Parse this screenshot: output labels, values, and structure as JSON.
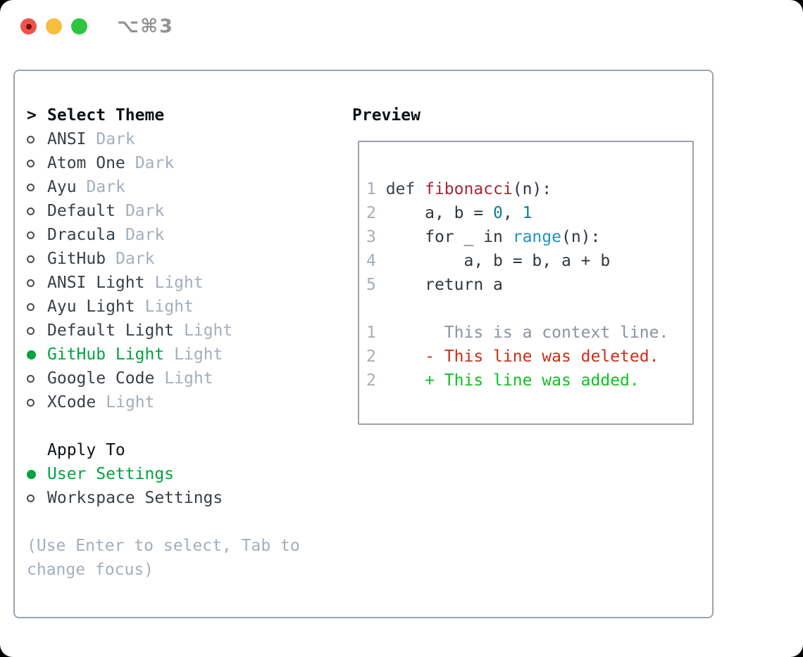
{
  "window": {
    "title": "⌥⌘3",
    "traffic_lights": [
      "close",
      "minimize",
      "zoom"
    ]
  },
  "panel": {
    "theme_list": {
      "prompt": ">",
      "header": "Select Theme",
      "items": [
        {
          "name": "ANSI",
          "tag": "Dark",
          "selected": false
        },
        {
          "name": "Atom One",
          "tag": "Dark",
          "selected": false
        },
        {
          "name": "Ayu",
          "tag": "Dark",
          "selected": false
        },
        {
          "name": "Default",
          "tag": "Dark",
          "selected": false
        },
        {
          "name": "Dracula",
          "tag": "Dark",
          "selected": false
        },
        {
          "name": "GitHub",
          "tag": "Dark",
          "selected": false
        },
        {
          "name": "ANSI Light",
          "tag": "Light",
          "selected": false
        },
        {
          "name": "Ayu Light",
          "tag": "Light",
          "selected": false
        },
        {
          "name": "Default Light",
          "tag": "Light",
          "selected": false
        },
        {
          "name": "GitHub Light",
          "tag": "Light",
          "selected": true
        },
        {
          "name": "Google Code",
          "tag": "Light",
          "selected": false
        },
        {
          "name": "XCode",
          "tag": "Light",
          "selected": false
        }
      ]
    },
    "apply_to": {
      "header": "Apply To",
      "options": [
        {
          "name": "User Settings",
          "selected": true
        },
        {
          "name": "Workspace Settings",
          "selected": false
        }
      ]
    },
    "hint": "(Use Enter to select, Tab to change focus)",
    "preview": {
      "header": "Preview",
      "lines": [
        [
          {
            "text": "1 ",
            "color": "linenum"
          },
          {
            "text": "def ",
            "color": "keyword"
          },
          {
            "text": "fibonacci",
            "color": "function"
          },
          {
            "text": "(n):",
            "color": "plain"
          }
        ],
        [
          {
            "text": "2 ",
            "color": "linenum"
          },
          {
            "text": "    a, b = ",
            "color": "plain"
          },
          {
            "text": "0",
            "color": "number"
          },
          {
            "text": ", ",
            "color": "plain"
          },
          {
            "text": "1",
            "color": "number"
          }
        ],
        [
          {
            "text": "3 ",
            "color": "linenum"
          },
          {
            "text": "    for _ in ",
            "color": "plain"
          },
          {
            "text": "range",
            "color": "builtin"
          },
          {
            "text": "(n):",
            "color": "plain"
          }
        ],
        [
          {
            "text": "4 ",
            "color": "linenum"
          },
          {
            "text": "        a, b = b, a + b",
            "color": "plain"
          }
        ],
        [
          {
            "text": "5 ",
            "color": "linenum"
          },
          {
            "text": "    return a",
            "color": "plain"
          }
        ],
        [],
        [
          {
            "text": "1 ",
            "color": "linenum"
          },
          {
            "text": "      This is a context line.",
            "color": "context"
          }
        ],
        [
          {
            "text": "2 ",
            "color": "linenum"
          },
          {
            "text": "    - This line was deleted.",
            "color": "deleted"
          }
        ],
        [
          {
            "text": "2 ",
            "color": "linenum"
          },
          {
            "text": "    + This line was added.",
            "color": "added"
          }
        ]
      ]
    }
  },
  "colors": {
    "plain": "#2f363d",
    "keyword": "#3b434b",
    "function": "#a62833",
    "number": "#0a7e8c",
    "builtin": "#2492c4",
    "linenum": "#a4aeba",
    "context": "#8a939e",
    "deleted": "#cc2d18",
    "added": "#0cc222",
    "selected_green": "#00a440",
    "item_text": "#3a4046",
    "tag_gray": "#a4aeba",
    "muted": "#a4aeba",
    "header_text": "#0e1215",
    "border": "#9aa3ae",
    "ring": "#454c54",
    "traffic_red": "#f0524b",
    "traffic_red_dot": "#6d120f",
    "traffic_yellow": "#f6bd3f",
    "traffic_green": "#2dc73f",
    "title_gray": "#929292"
  }
}
